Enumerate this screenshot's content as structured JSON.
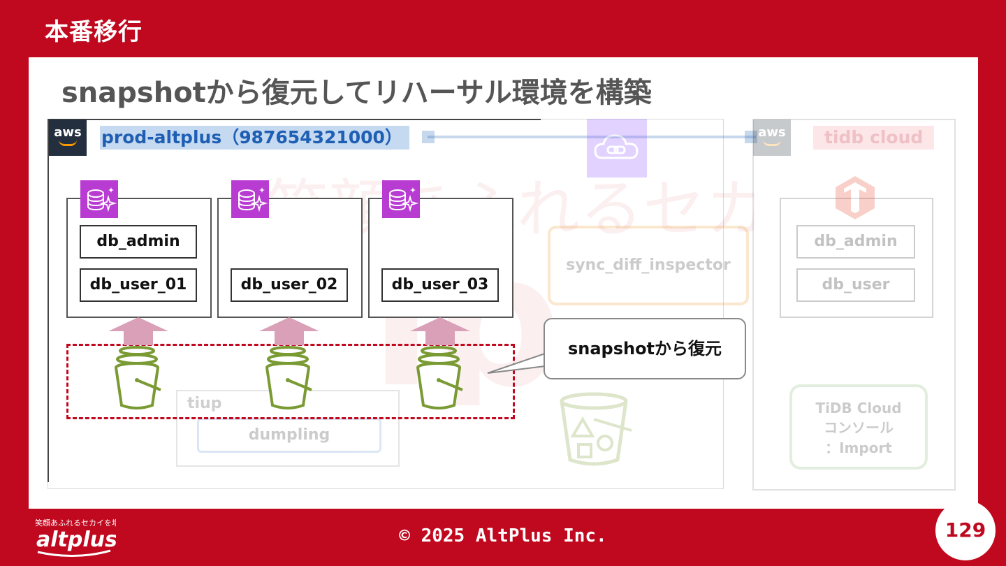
{
  "header": {
    "section": "本番移行"
  },
  "slide": {
    "title": "snapshotから復元してリハーサル環境を構築"
  },
  "aws_account": {
    "badge": "aws",
    "account_label": "prod-altplus（987654321000）"
  },
  "databases": [
    {
      "tags": [
        "db_admin",
        "db_user_01"
      ]
    },
    {
      "tags": [
        "db_user_02"
      ]
    },
    {
      "tags": [
        "db_user_03"
      ]
    }
  ],
  "callout": {
    "text": "snapshotから復元"
  },
  "faded": {
    "sync_tool": "sync_diff_inspector",
    "tiup": "tiup",
    "dumpling": "dumpling",
    "tidb_cloud": {
      "badge": "aws",
      "label": "tidb cloud",
      "tags": [
        "db_admin",
        "db_user"
      ],
      "console_line1": "TiDB Cloud",
      "console_line2": "コンソール",
      "console_line3": "：Import"
    }
  },
  "footer": {
    "copyright": "© 2025 AltPlus Inc.",
    "page": "129",
    "logo_text": "altplus",
    "logo_tagline": "笑顔あふれるセカイを増やす"
  },
  "colors": {
    "brand_red": "#c0081e",
    "rds_purple": "#b83bd2",
    "bucket_green": "#7a9a34",
    "arrow_pink": "#d9a0b8",
    "dash_red": "#c0081e"
  }
}
